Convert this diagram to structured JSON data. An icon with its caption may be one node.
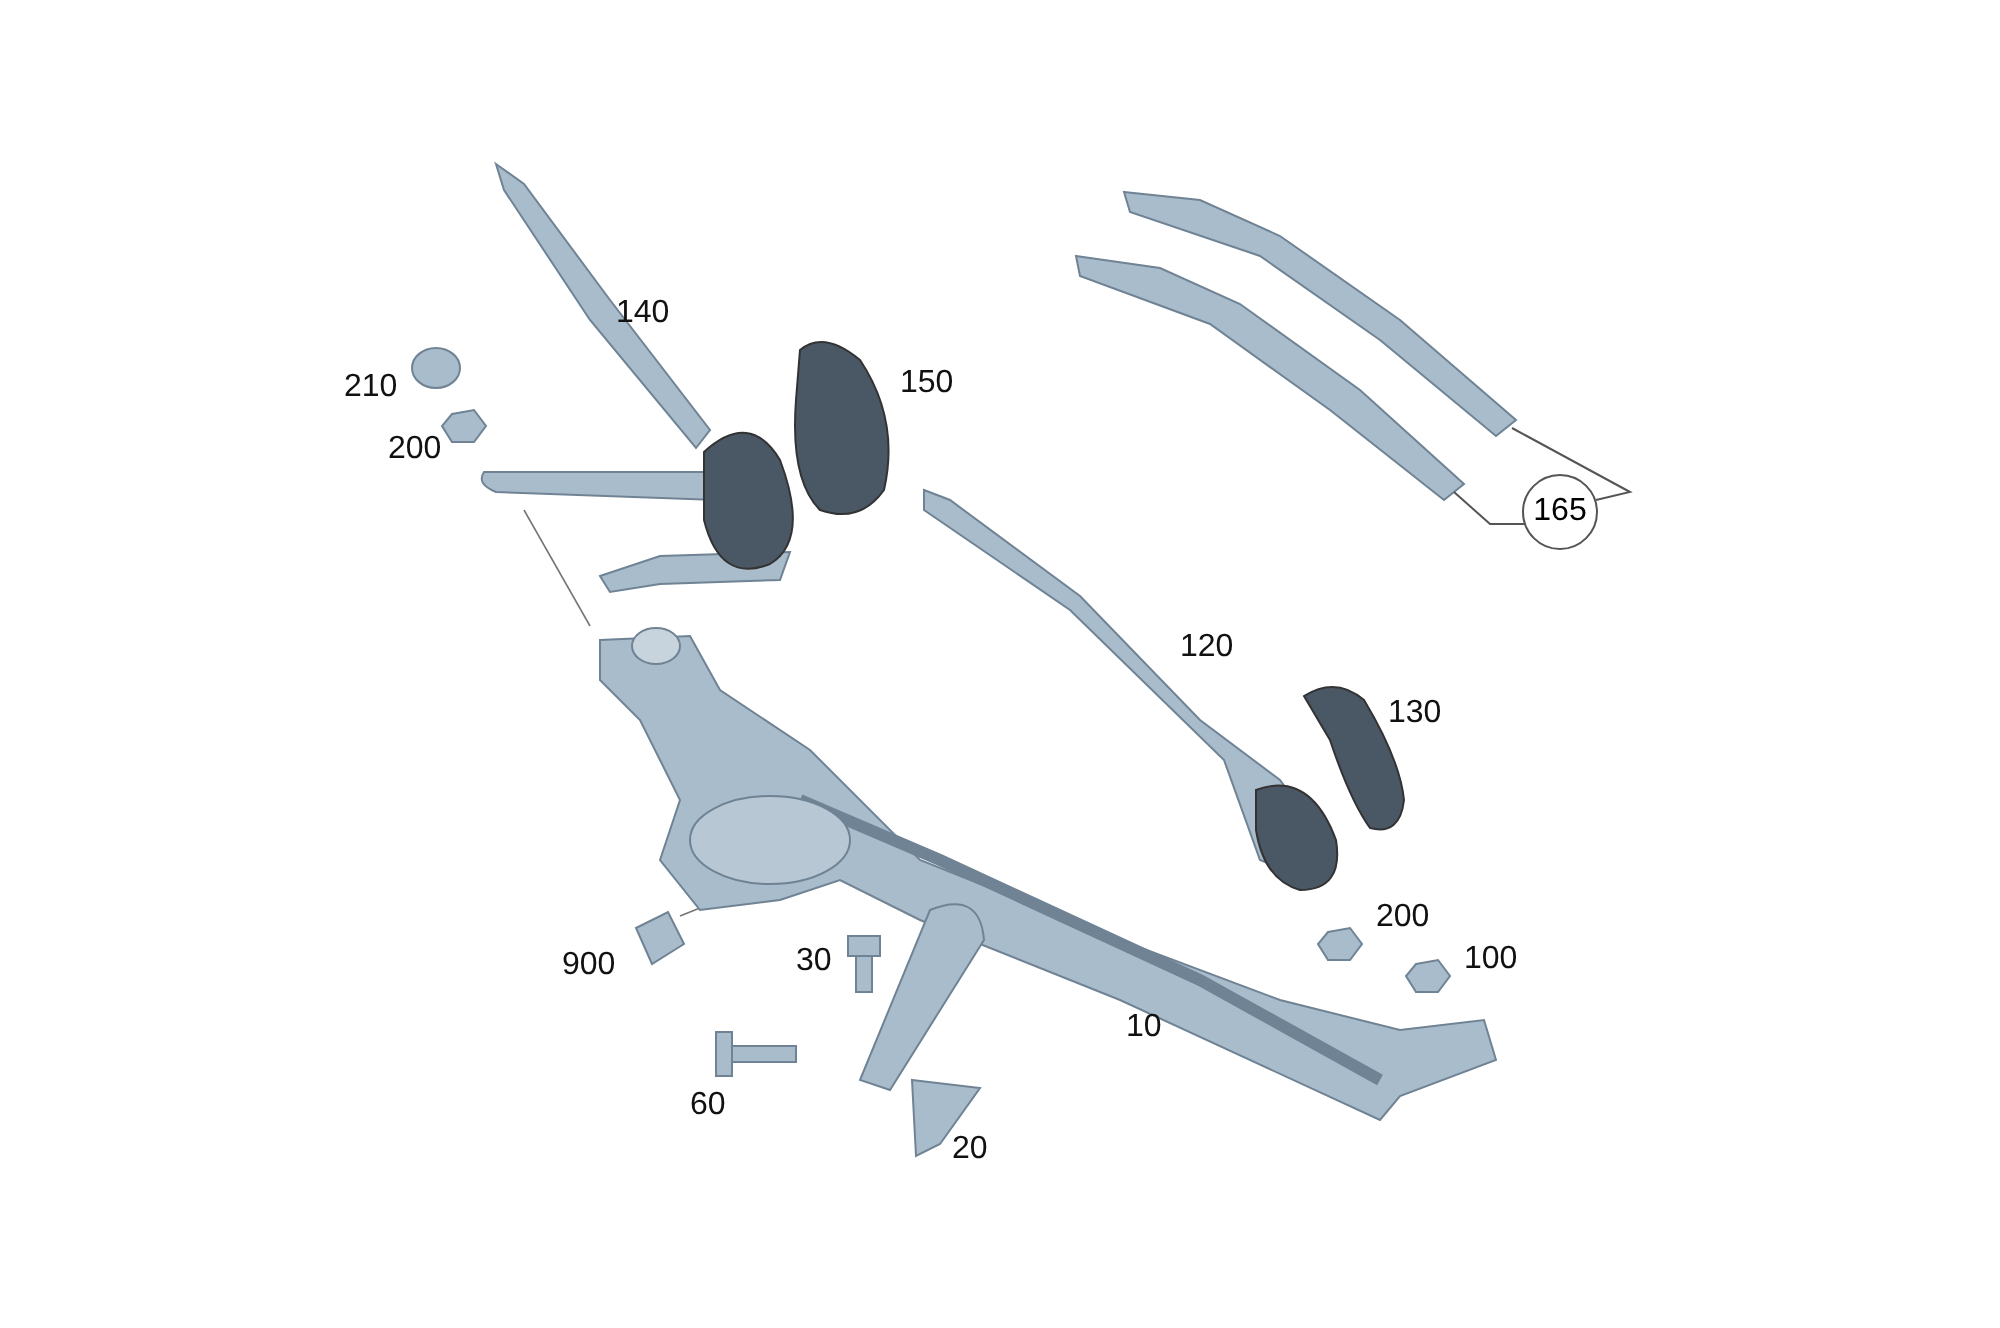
{
  "diagram": {
    "nodes": [
      {
        "text": [
          "165"
        ]
      },
      {
        "text": [],
        "shape": "picture"
      },
      {
        "text": [],
        "shape": "picture"
      }
    ],
    "edges": [
      {
        "from": 0,
        "to": 1,
        "arrow": "none"
      },
      {
        "from": 0,
        "to": 2,
        "arrow": "none"
      }
    ],
    "labels": [
      "140",
      "150",
      "210",
      "200",
      "120",
      "130",
      "200",
      "30",
      "900",
      "100",
      "10",
      "60",
      "20"
    ]
  }
}
